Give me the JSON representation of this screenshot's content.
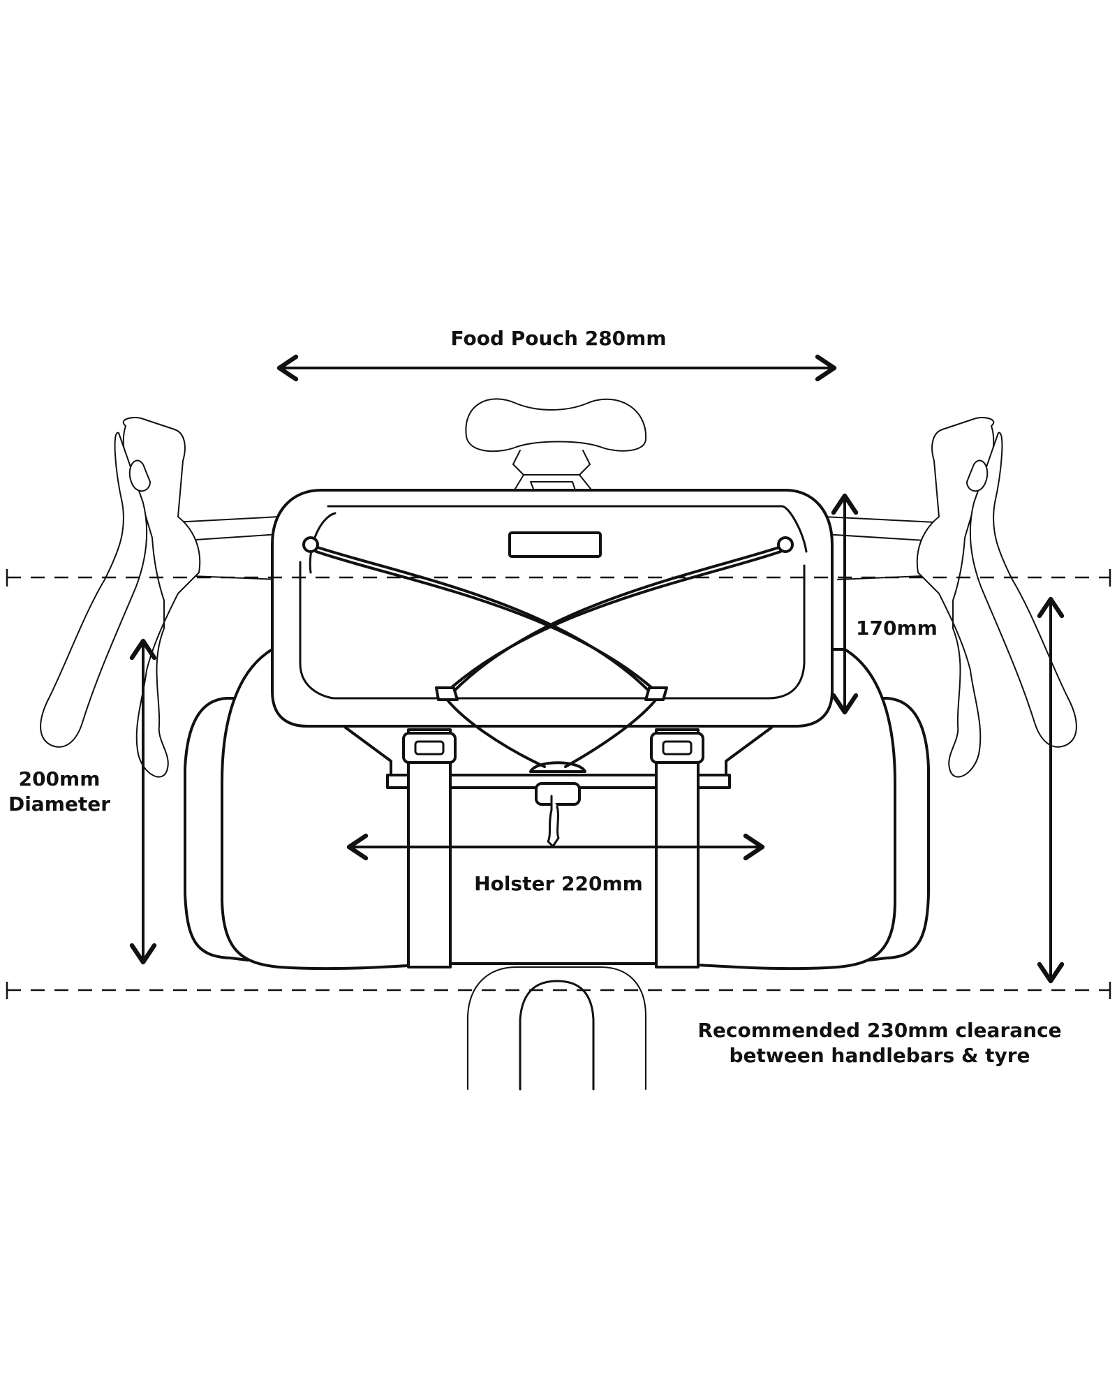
{
  "colors": {
    "line": "#111111",
    "background": "#ffffff",
    "fill": "#ffffff"
  },
  "labels": {
    "food_pouch": "Food Pouch 280mm",
    "height": "170mm",
    "diameter_value": "200mm",
    "diameter_word": "Diameter",
    "holster": "Holster 220mm",
    "clearance_line1": "Recommended 230mm clearance",
    "clearance_line2": "between handlebars & tyre"
  }
}
